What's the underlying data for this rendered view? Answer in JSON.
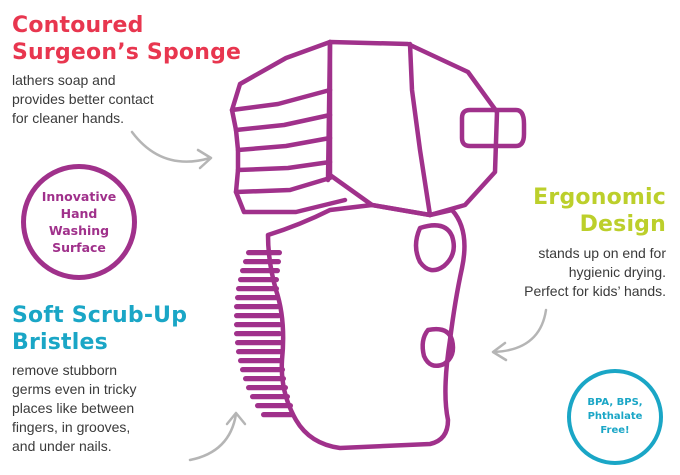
{
  "sponge": {
    "title_lines": [
      "Contoured",
      "Surgeon’s Sponge"
    ],
    "body_lines": [
      "lathers soap and",
      "provides better contact",
      "for cleaner hands."
    ]
  },
  "bristles": {
    "title_lines": [
      "Soft Scrub-Up",
      "Bristles"
    ],
    "body_lines": [
      "remove stubborn",
      "germs even in tricky",
      "places like between",
      "fingers, in grooves,",
      "and under nails."
    ]
  },
  "design": {
    "title_lines": [
      "Ergonomic",
      "Design"
    ],
    "body_lines": [
      "stands up on end for",
      "hygienic drying.",
      "Perfect for kids’ hands."
    ]
  },
  "badges": {
    "innovative": [
      "Innovative",
      "Hand",
      "Washing",
      "Surface"
    ],
    "bpa": [
      "BPA, BPS,",
      "Phthalate",
      "Free!"
    ]
  },
  "colors": {
    "sponge_title": "#e8364f",
    "bristles_title": "#1aa6c6",
    "design_title": "#bccf2b",
    "brush_outline": "#a0318b",
    "bristle_fill": "#a0318b",
    "arrow": "#b5b5b5",
    "body_text": "#3a3a3a"
  },
  "icons": {
    "brush": "scrub-brush-illustration",
    "arrows": "curved-arrow-icon"
  }
}
